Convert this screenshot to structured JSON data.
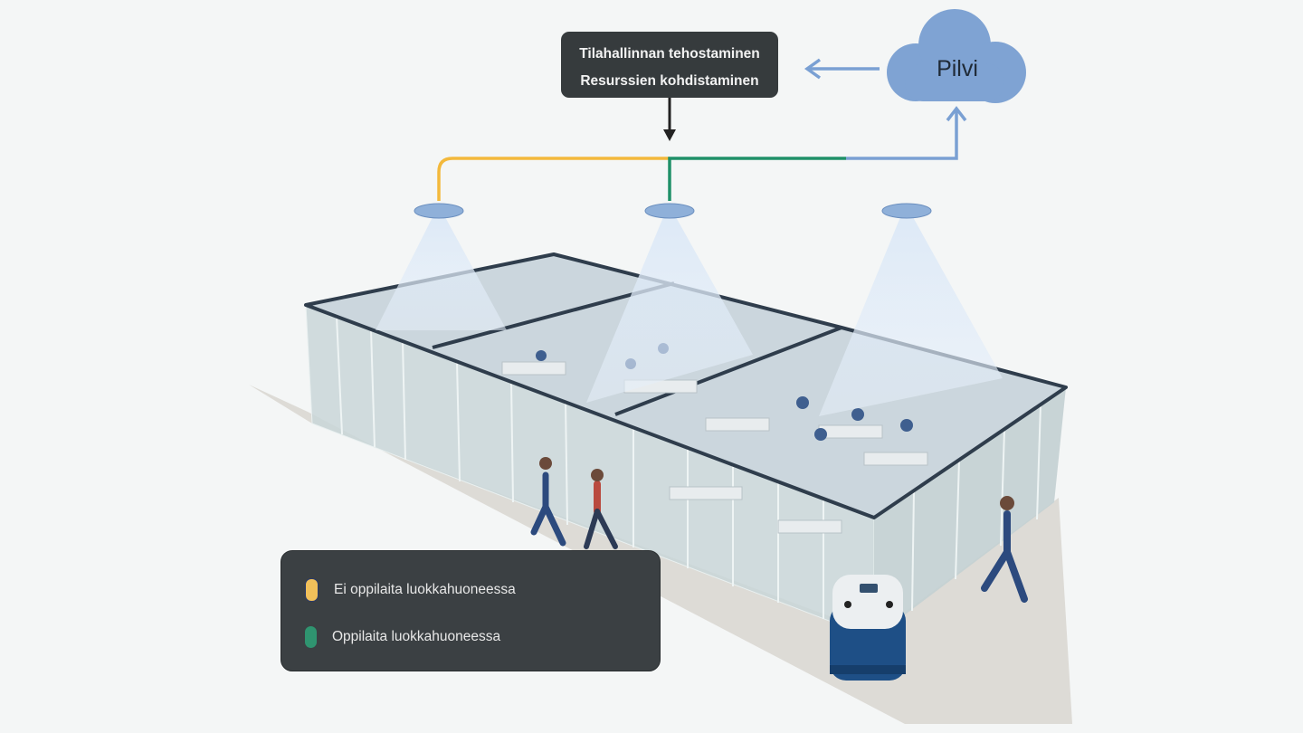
{
  "info_box": {
    "line1": "Tilahallinnan tehostaminen",
    "line2": "Resurssien kohdistaminen"
  },
  "cloud": {
    "label": "Pilvi",
    "color": "#7fa3d3"
  },
  "legend": {
    "items": [
      {
        "label": "Ei oppilaita luokkahuoneessa",
        "color": "#f1c05a"
      },
      {
        "label": "Oppilaita luokkahuoneessa",
        "color": "#2f9470"
      }
    ]
  },
  "colors": {
    "yellow_line": "#f3b93c",
    "green_line": "#1f9068",
    "blue_line": "#7aa0d3",
    "black_arrow": "#222222"
  }
}
